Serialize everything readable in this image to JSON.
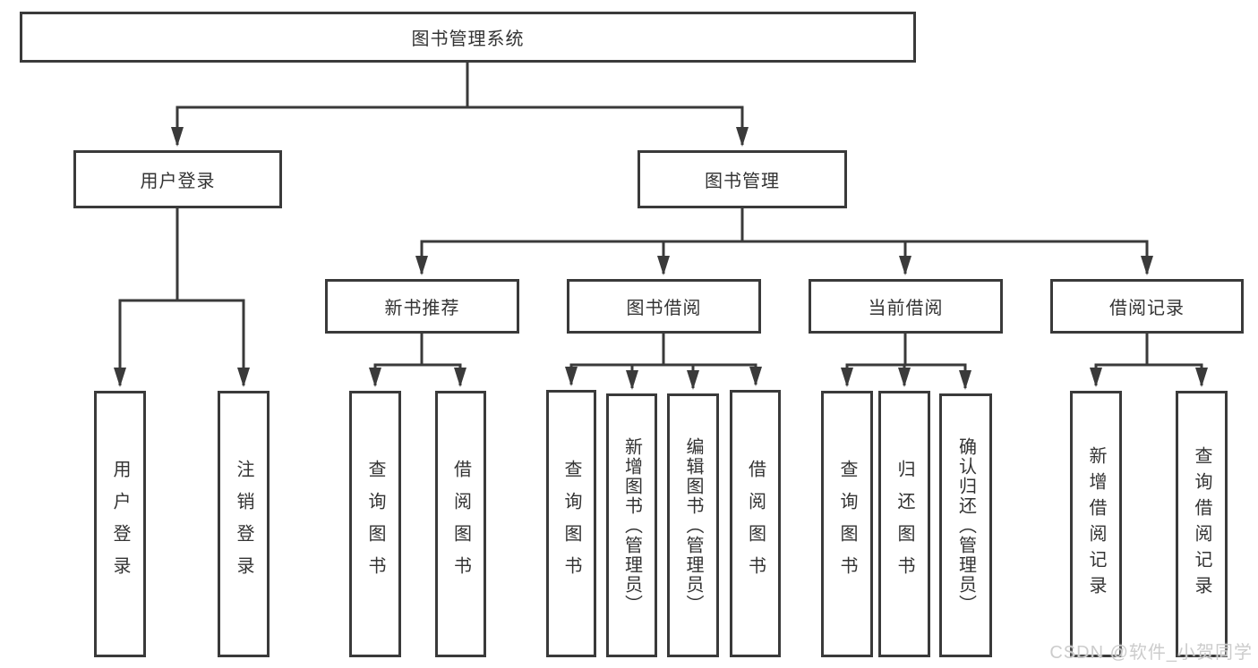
{
  "title": "图书管理系统",
  "watermark": "CSDN @软件_小贺同学",
  "colors": {
    "line": "#3a3a3a",
    "text": "#333333",
    "background": "#ffffff",
    "watermark": "#cccccc"
  },
  "nodes": {
    "root": "图书管理系统",
    "level2": [
      "用户登录",
      "图书管理"
    ],
    "level3": [
      "新书推荐",
      "图书借阅",
      "当前借阅",
      "借阅记录"
    ],
    "leaves": [
      "用户登录",
      "注销登录",
      "查询图书",
      "借阅图书",
      "查询图书",
      "新增图书（管理员）",
      "编辑图书（管理员）",
      "借阅图书",
      "查询图书",
      "归还图书",
      "确认归还（管理员）",
      "新增借阅记录",
      "查询借阅记录"
    ]
  }
}
